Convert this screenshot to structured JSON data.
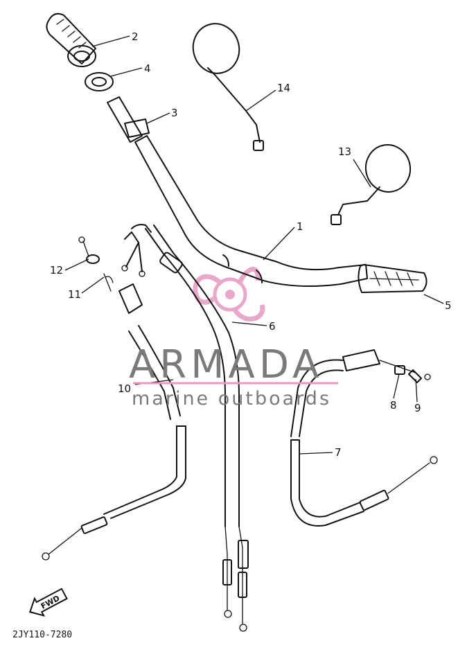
{
  "diagram": {
    "callouts": [
      "1",
      "2",
      "3",
      "4",
      "5",
      "6",
      "7",
      "8",
      "9",
      "10",
      "11",
      "12",
      "13",
      "14"
    ],
    "forward_badge": "FWD",
    "drawing_code": "2JY110-7280"
  },
  "watermark": {
    "brand": "ARMADA",
    "tagline": "marine outboards",
    "accent_color": "#e59ac0",
    "text_color": "#7a7a7a"
  }
}
